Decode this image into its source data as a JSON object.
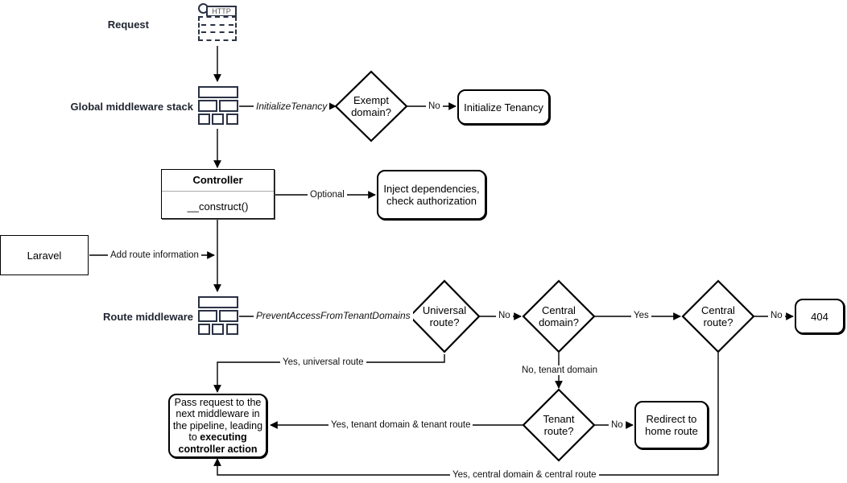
{
  "diagram": {
    "title": "Laravel multi-tenancy request lifecycle flowchart",
    "labels": {
      "request": "Request",
      "global_middleware_stack": "Global middleware stack",
      "route_middleware": "Route middleware"
    },
    "icons": {
      "http": "HTTP"
    },
    "nodes": {
      "initialize_tenancy": "Initialize Tenancy",
      "controller_title": "Controller",
      "controller_method": "__construct()",
      "inject_dependencies": "Inject dependencies,\ncheck authorization",
      "laravel": "Laravel",
      "not_found": "404",
      "redirect_home": "Redirect to\nhome route",
      "pass_request_line1": "Pass request to the",
      "pass_request_line2": "next middleware in",
      "pass_request_line3": "the pipeline, leading",
      "pass_request_line4": "to ",
      "pass_request_bold1": "executing",
      "pass_request_bold2": "controller action"
    },
    "decisions": {
      "exempt_domain_l1": "Exempt",
      "exempt_domain_l2": "domain?",
      "universal_route_l1": "Universal",
      "universal_route_l2": "route?",
      "central_domain_l1": "Central",
      "central_domain_l2": "domain?",
      "central_route_l1": "Central",
      "central_route_l2": "route?",
      "tenant_route_l1": "Tenant",
      "tenant_route_l2": "route?"
    },
    "edges": {
      "initialize_tenancy_mw": "InitializeTenancy",
      "exempt_no": "No",
      "controller_optional": "Optional",
      "add_route_information": "Add route information",
      "prevent_access": "PreventAccessFromTenantDomains",
      "universal_no": "No",
      "central_domain_yes": "Yes",
      "central_route_no": "No",
      "yes_universal_route": "Yes, universal route",
      "no_tenant_domain": "No, tenant domain",
      "yes_tenant_domain_tenant_route": "Yes, tenant domain & tenant route",
      "tenant_route_no": "No",
      "yes_central_domain_central_route": "Yes, central domain & central route"
    },
    "colors": {
      "stroke": "#000000",
      "icon_stroke": "#2b3245",
      "label_text": "#1f2430",
      "background": "#ffffff"
    }
  }
}
